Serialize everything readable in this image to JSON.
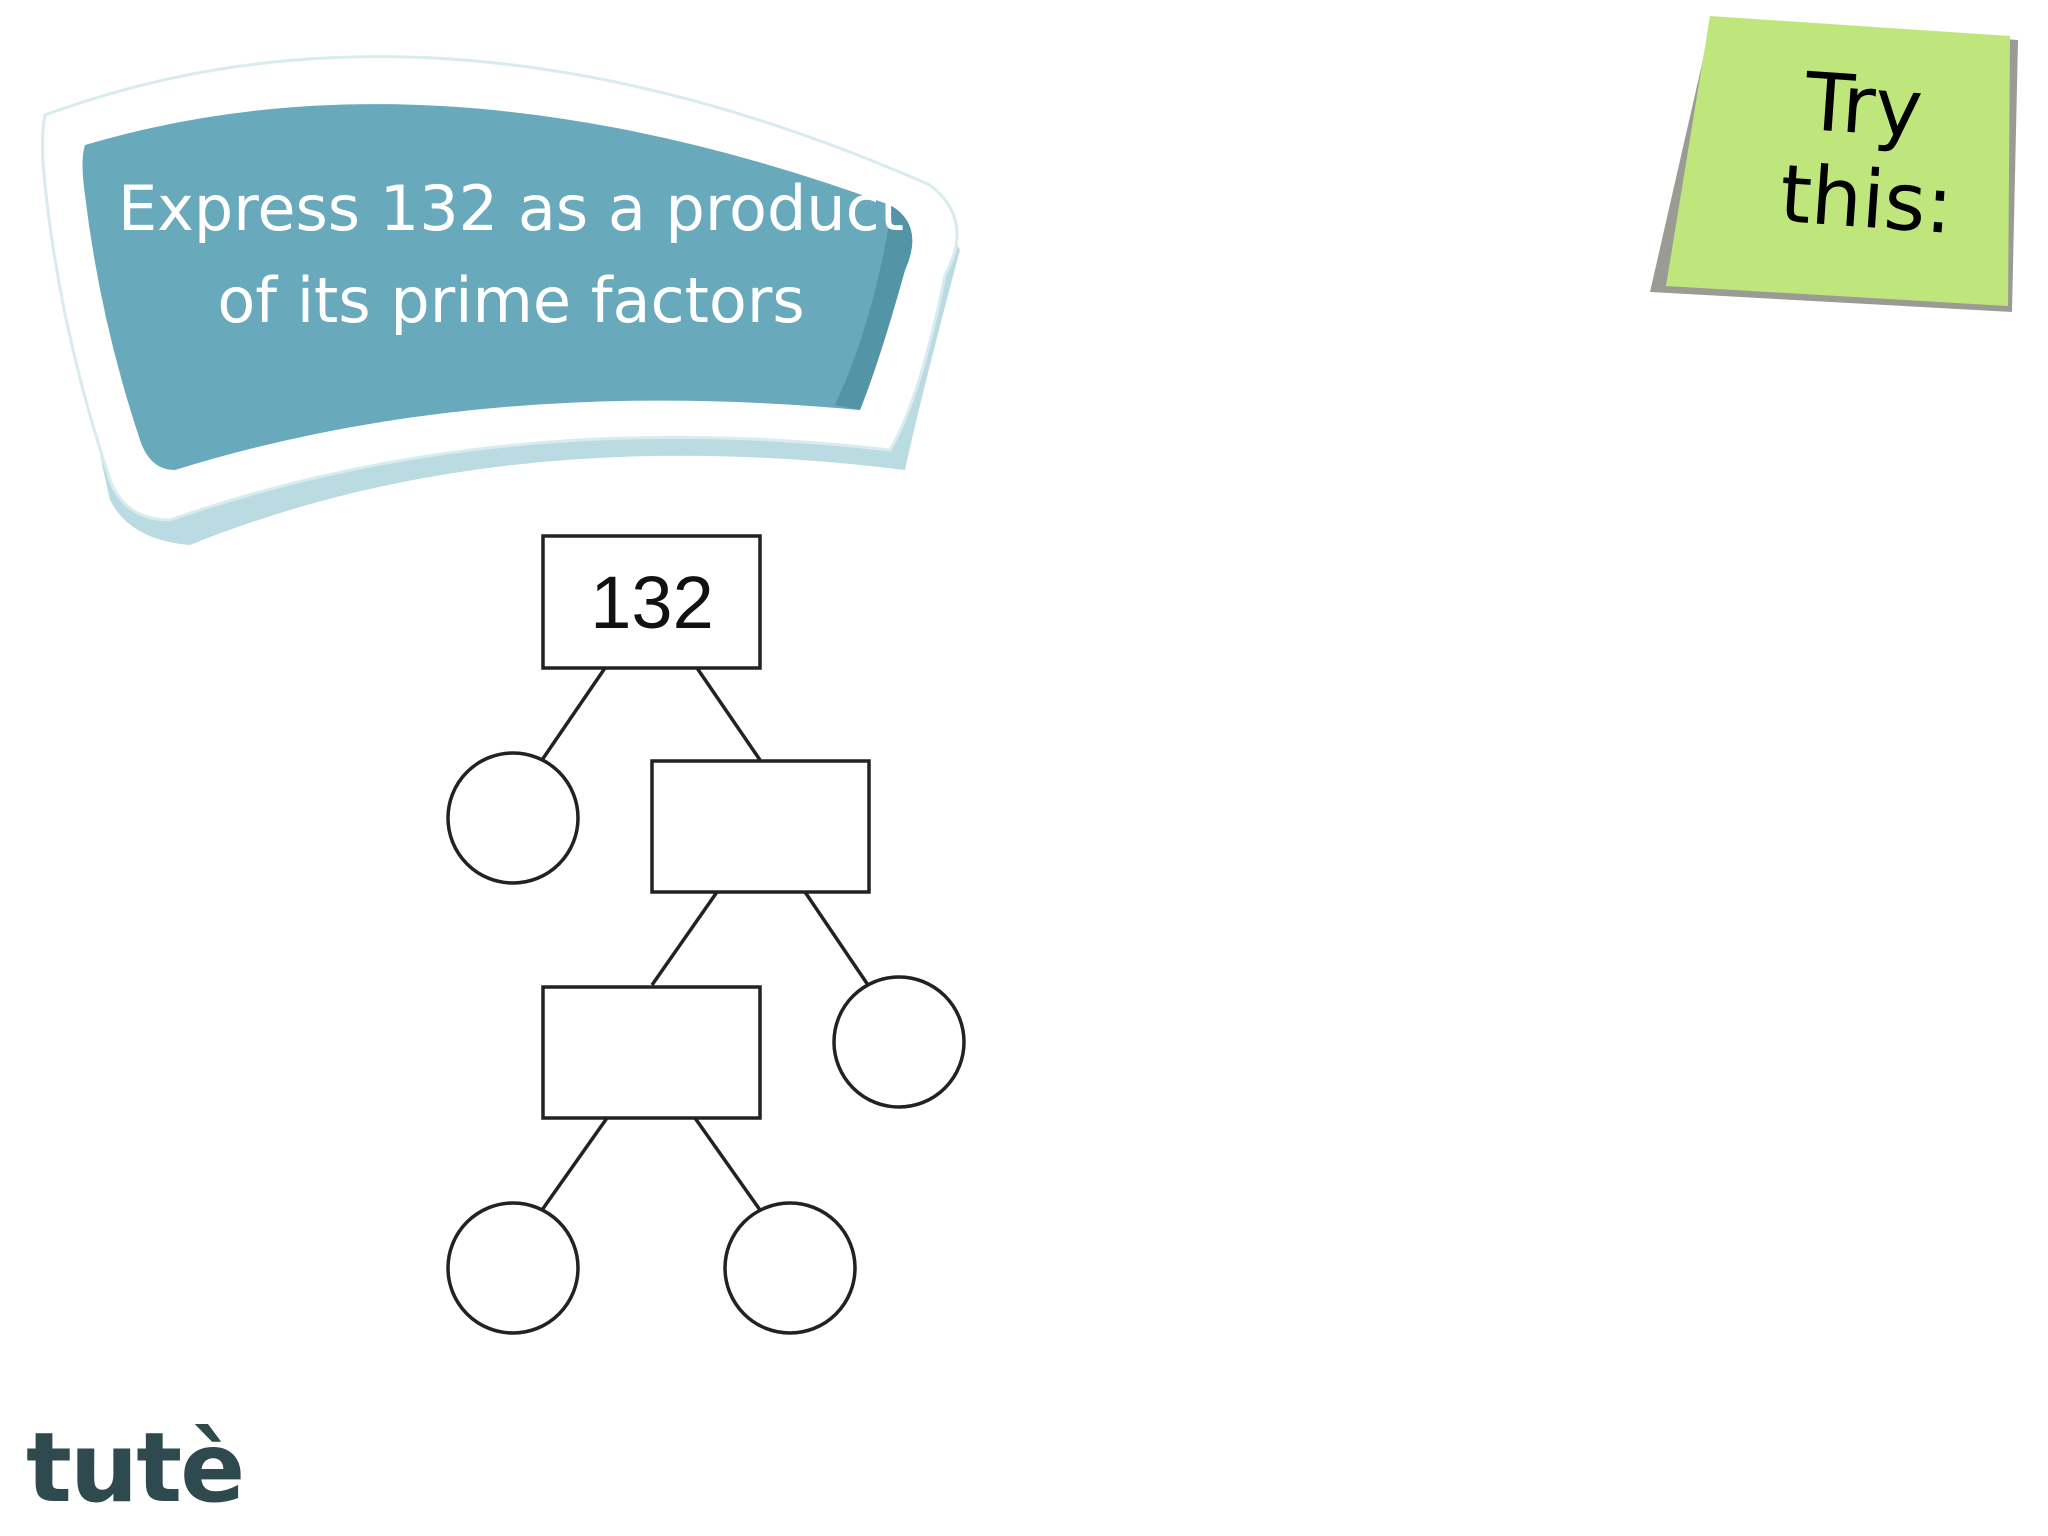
{
  "question": {
    "line1": "Express 132 as a product",
    "line2": "of its prime factors"
  },
  "sticky_note": {
    "line1": "Try",
    "line2": "this:"
  },
  "factor_tree": {
    "root": "132"
  },
  "logo": {
    "text": "tutè"
  },
  "colors": {
    "banner_fill": "#68a9bb",
    "banner_dark": "#4d8ea1",
    "banner_outline": "#ffffff",
    "banner_shadow": "#b9dbe1",
    "sticky_fill": "#bfe67c",
    "sticky_shadow": "#7a7a72",
    "tree_stroke": "#222222",
    "logo": "#2f4a4e"
  }
}
